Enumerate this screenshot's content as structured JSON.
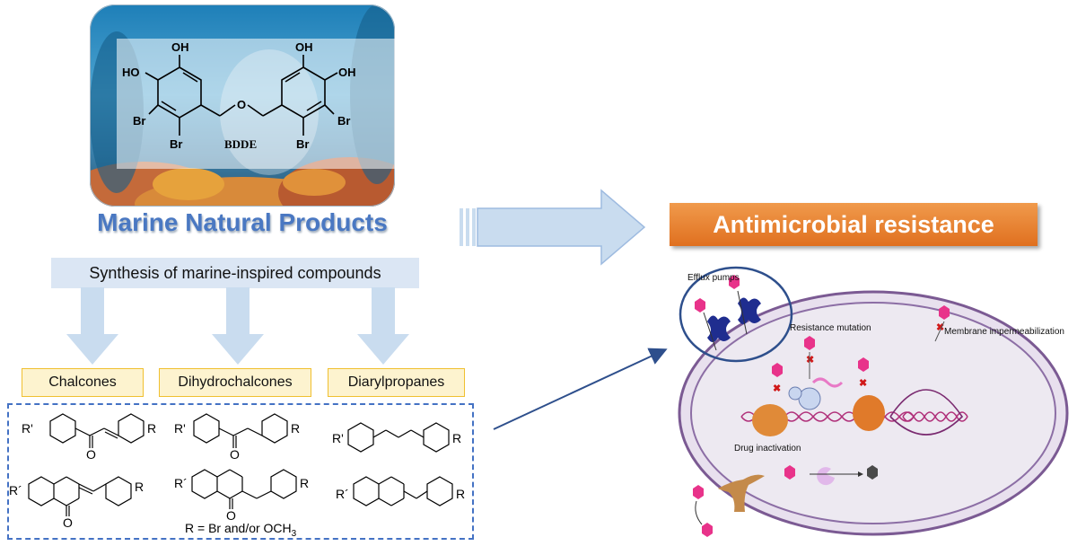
{
  "molecule": {
    "label": "BDDE",
    "oh": "OH",
    "br": "Br",
    "ho": "HO",
    "o": "O"
  },
  "marine_title": "Marine Natural Products",
  "synthesis_label": "Synthesis of marine-inspired compounds",
  "classes": [
    {
      "label": "Chalcones"
    },
    {
      "label": "Dihydrochalcones"
    },
    {
      "label": "Diarylpropanes"
    }
  ],
  "structure_text": {
    "r_prime": "R'",
    "r_dprime": "R´",
    "r": "R",
    "o": "O",
    "r_definition_main": "R = Br and/or OCH",
    "r_definition_sub": "3"
  },
  "amr_title": "Antimicrobial resistance",
  "mechanisms": {
    "efflux": "Efflux pumps",
    "mutation": "Resistance mutation",
    "impermeabilization": "Membrane impermeabilization",
    "inactivation": "Drug inactivation"
  },
  "colors": {
    "title_blue": "#4a78c2",
    "arrow_fill": "#c9dcef",
    "arrow_edge": "#9ebbe0",
    "class_box_fill": "#fdf3cf",
    "class_box_border": "#f0c030",
    "dashed_border": "#4472c4",
    "amr_orange": "#e8782e",
    "cell_fill": "#e9e2ee",
    "cell_border": "#7b5a93",
    "drug_pink": "#e8338a",
    "pump_blue": "#1f2d8f",
    "enzyme_orange": "#e07a2a",
    "dna": "#b0307a"
  }
}
